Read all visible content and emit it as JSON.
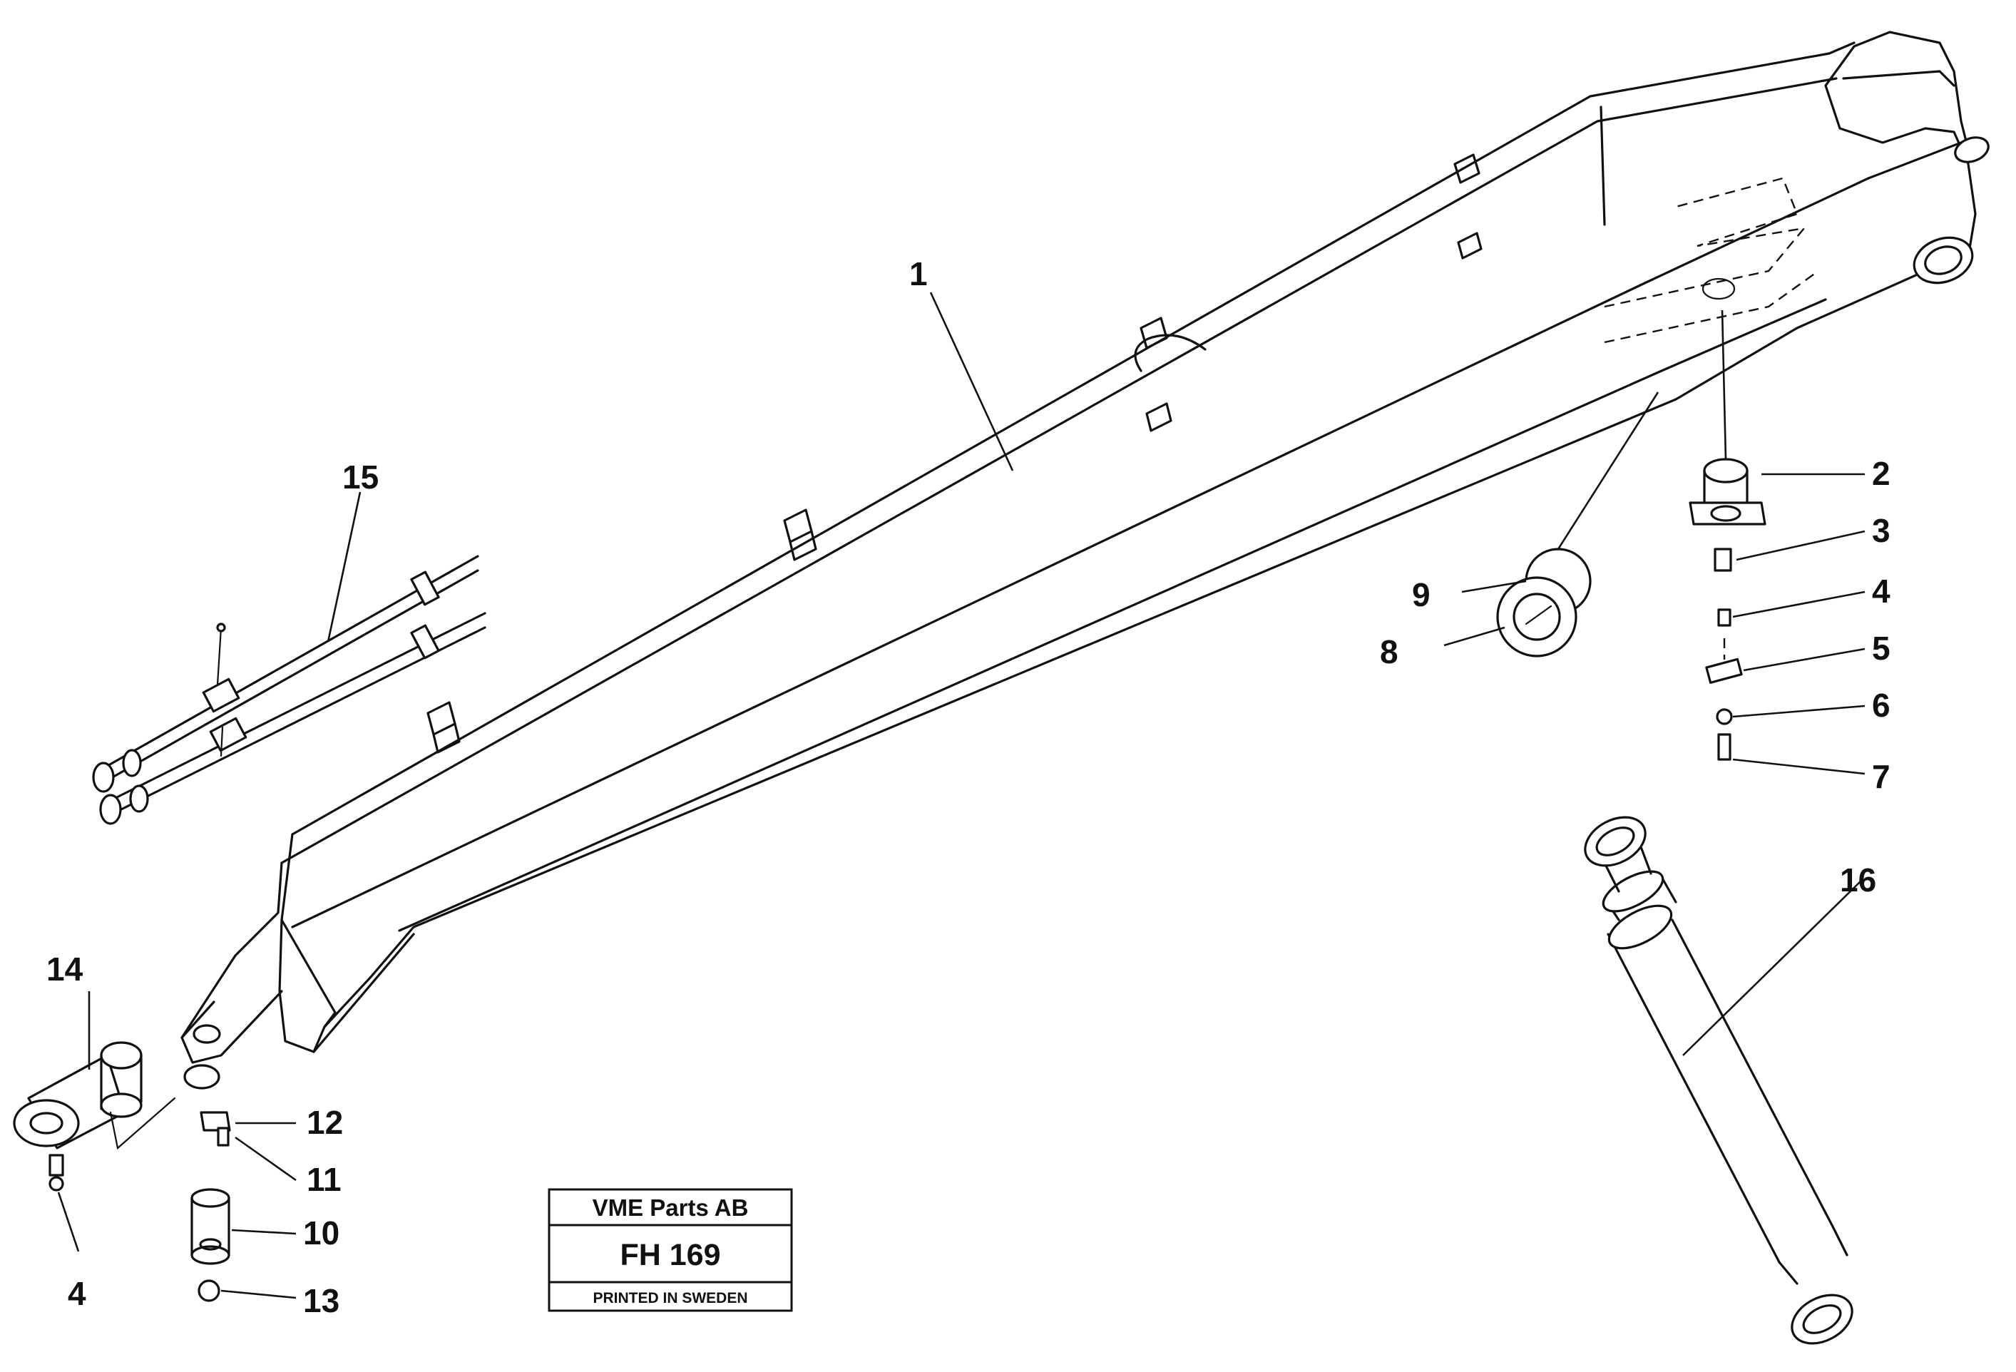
{
  "callouts": {
    "c1": "1",
    "c2": "2",
    "c3": "3",
    "c4a": "4",
    "c4b": "4",
    "c5": "5",
    "c6": "6",
    "c7": "7",
    "c8": "8",
    "c9": "9",
    "c10": "10",
    "c11": "11",
    "c12": "12",
    "c13": "13",
    "c14": "14",
    "c15": "15",
    "c16": "16"
  },
  "title_block": {
    "company": "VME Parts AB",
    "drawing_code": "FH 169",
    "note": "PRINTED IN SWEDEN"
  },
  "colors": {
    "ink": "#111111",
    "paper": "#ffffff"
  }
}
